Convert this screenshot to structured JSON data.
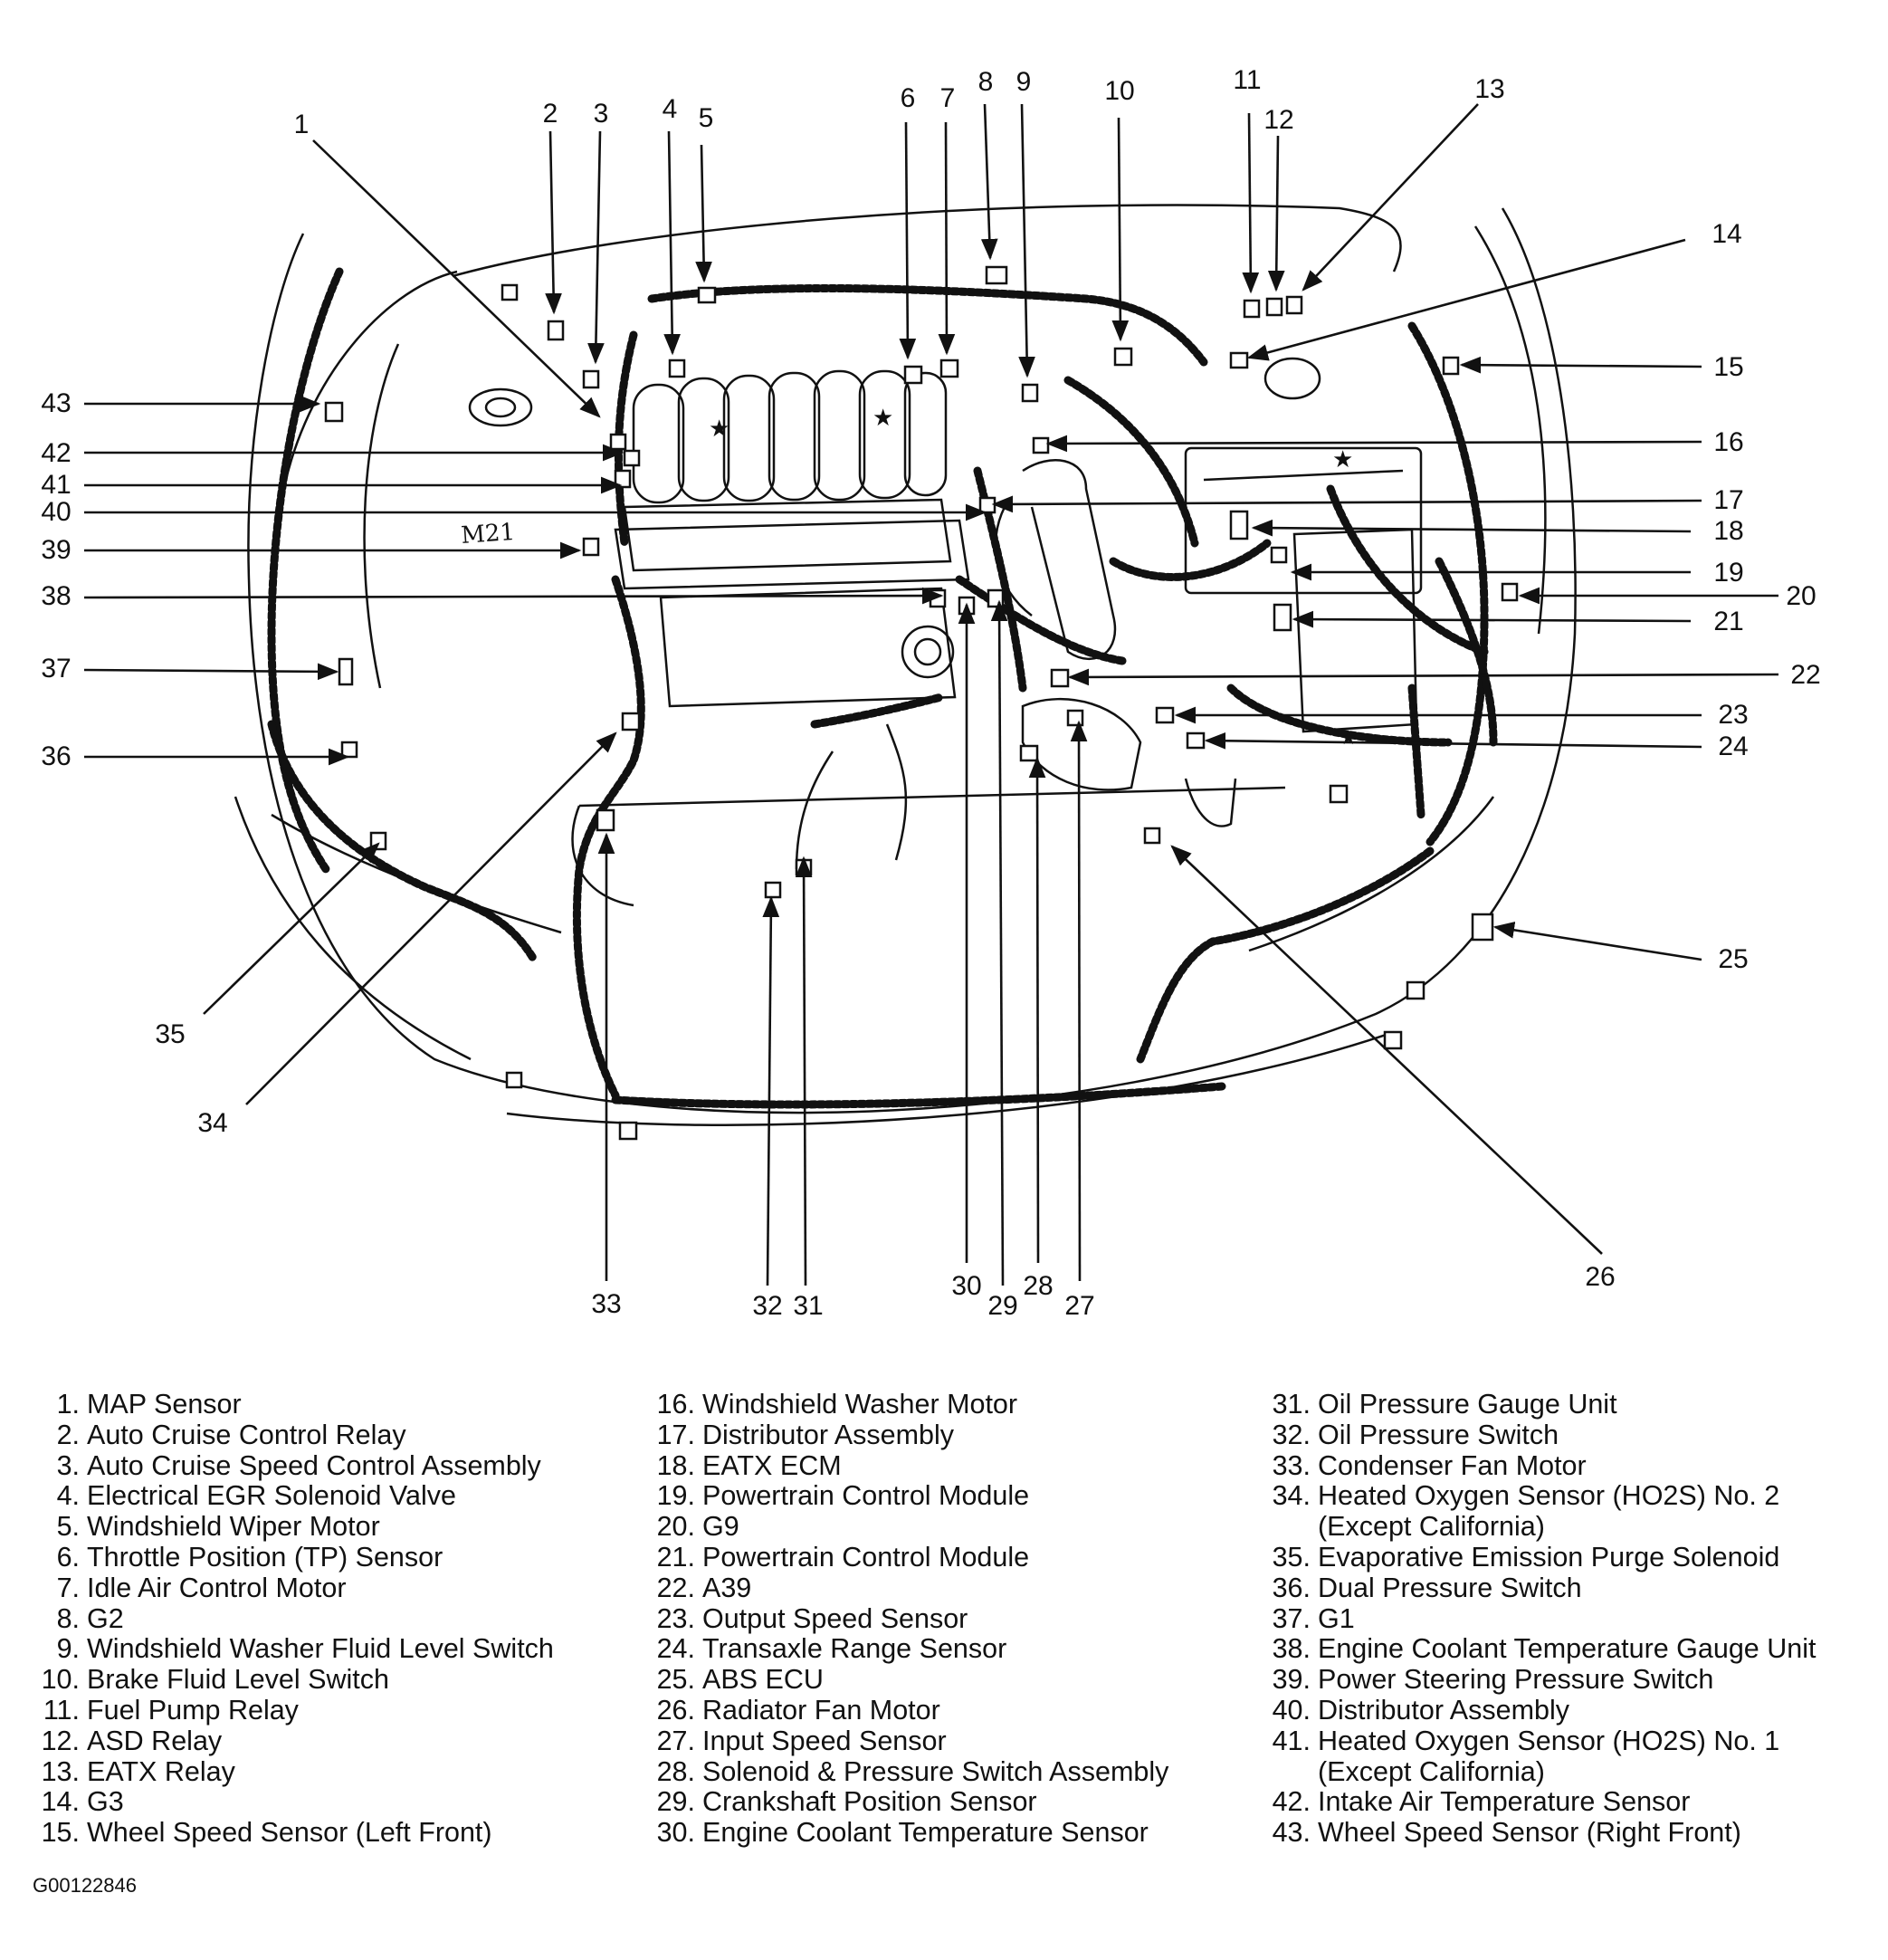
{
  "figure_id": "G00122846",
  "callouts": [
    "1",
    "2",
    "3",
    "4",
    "5",
    "6",
    "7",
    "8",
    "9",
    "10",
    "11",
    "12",
    "13",
    "14",
    "15",
    "16",
    "17",
    "18",
    "19",
    "20",
    "21",
    "22",
    "23",
    "24",
    "25",
    "26",
    "27",
    "28",
    "29",
    "30",
    "31",
    "32",
    "33",
    "34",
    "35",
    "36",
    "37",
    "38",
    "39",
    "40",
    "41",
    "42",
    "43"
  ],
  "legend": [
    {
      "number": "1.",
      "label": "MAP Sensor"
    },
    {
      "number": "2.",
      "label": "Auto Cruise Control Relay"
    },
    {
      "number": "3.",
      "label": "Auto Cruise Speed Control Assembly"
    },
    {
      "number": "4.",
      "label": "Electrical EGR Solenoid Valve"
    },
    {
      "number": "5.",
      "label": "Windshield Wiper Motor"
    },
    {
      "number": "6.",
      "label": "Throttle Position (TP) Sensor"
    },
    {
      "number": "7.",
      "label": "Idle Air Control Motor"
    },
    {
      "number": "8.",
      "label": "G2"
    },
    {
      "number": "9.",
      "label": "Windshield Washer Fluid Level Switch"
    },
    {
      "number": "10.",
      "label": "Brake Fluid Level Switch"
    },
    {
      "number": "11.",
      "label": "Fuel Pump Relay"
    },
    {
      "number": "12.",
      "label": "ASD Relay"
    },
    {
      "number": "13.",
      "label": "EATX Relay"
    },
    {
      "number": "14.",
      "label": "G3"
    },
    {
      "number": "15.",
      "label": "Wheel Speed Sensor (Left Front)"
    },
    {
      "number": "16.",
      "label": "Windshield Washer Motor"
    },
    {
      "number": "17.",
      "label": "Distributor Assembly"
    },
    {
      "number": "18.",
      "label": "EATX ECM"
    },
    {
      "number": "19.",
      "label": "Powertrain Control Module"
    },
    {
      "number": "20.",
      "label": "G9"
    },
    {
      "number": "21.",
      "label": "Powertrain Control Module"
    },
    {
      "number": "22.",
      "label": "A39"
    },
    {
      "number": "23.",
      "label": "Output Speed Sensor"
    },
    {
      "number": "24.",
      "label": "Transaxle Range Sensor"
    },
    {
      "number": "25.",
      "label": "ABS ECU"
    },
    {
      "number": "26.",
      "label": "Radiator Fan Motor"
    },
    {
      "number": "27.",
      "label": "Input Speed Sensor"
    },
    {
      "number": "28.",
      "label": "Solenoid & Pressure Switch Assembly"
    },
    {
      "number": "29.",
      "label": "Crankshaft Position Sensor"
    },
    {
      "number": "30.",
      "label": "Engine Coolant Temperature Sensor"
    },
    {
      "number": "31.",
      "label": "Oil Pressure Gauge Unit"
    },
    {
      "number": "32.",
      "label": "Oil Pressure Switch"
    },
    {
      "number": "33.",
      "label": "Condenser Fan Motor"
    },
    {
      "number": "34.",
      "label": "Heated Oxygen Sensor (HO2S) No. 2",
      "cont": "(Except California)"
    },
    {
      "number": "35.",
      "label": "Evaporative Emission Purge Solenoid"
    },
    {
      "number": "36.",
      "label": "Dual Pressure Switch"
    },
    {
      "number": "37.",
      "label": "G1"
    },
    {
      "number": "38.",
      "label": "Engine Coolant Temperature Gauge Unit"
    },
    {
      "number": "39.",
      "label": "Power Steering Pressure Switch"
    },
    {
      "number": "40.",
      "label": "Distributor Assembly"
    },
    {
      "number": "41.",
      "label": "Heated Oxygen Sensor (HO2S) No. 1",
      "cont": "(Except California)"
    },
    {
      "number": "42.",
      "label": "Intake Air Temperature Sensor"
    },
    {
      "number": "43.",
      "label": "Wheel Speed Sensor (Right Front)"
    }
  ]
}
